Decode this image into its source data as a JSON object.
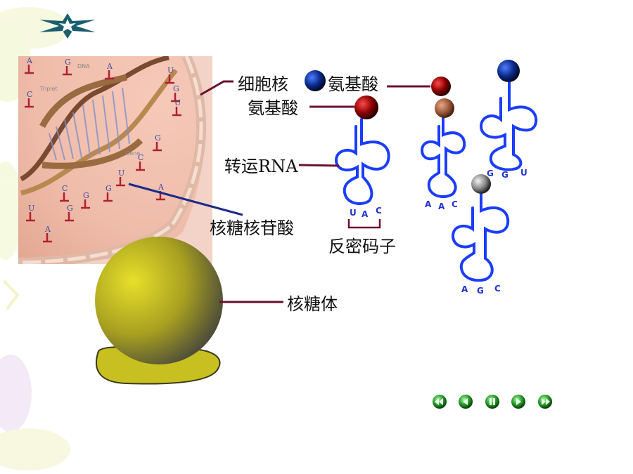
{
  "labels": {
    "nucleus": "细胞核",
    "amino_acid_1": "氨基酸",
    "amino_acid_2": "氨基酸",
    "trna": "转运RNA",
    "ribonucleotide": "核糖核苷酸",
    "anticodon": "反密码子",
    "ribosome": "核糖体"
  },
  "anticodons": {
    "trna_1": [
      "U",
      "A",
      "C"
    ],
    "trna_2": [
      "A",
      "A",
      "C"
    ],
    "trna_3": [
      "G",
      "G",
      "U"
    ],
    "trna_4": [
      "A",
      "G",
      "C"
    ]
  },
  "cell_image_labels": {
    "dna": "DNA",
    "triplet": "Triplet",
    "gene": "Gene",
    "nucleotides": [
      "A",
      "G",
      "A",
      "U",
      "G",
      "C",
      "G",
      "U",
      "A",
      "G",
      "U",
      "C",
      "G",
      "G",
      "C",
      "U",
      "A"
    ]
  },
  "colors": {
    "trna": "#1a3dff",
    "leader_line": "#6b1030",
    "amino_blue": "#0a2a8a",
    "amino_red": "#8a0000",
    "amino_brown": "#9a5a3a",
    "amino_gray": "#666666",
    "ribosome": "#c8c020",
    "nav_green": "#2ea82e"
  },
  "nav": {
    "buttons": [
      "first",
      "previous",
      "pause",
      "next",
      "last"
    ]
  }
}
